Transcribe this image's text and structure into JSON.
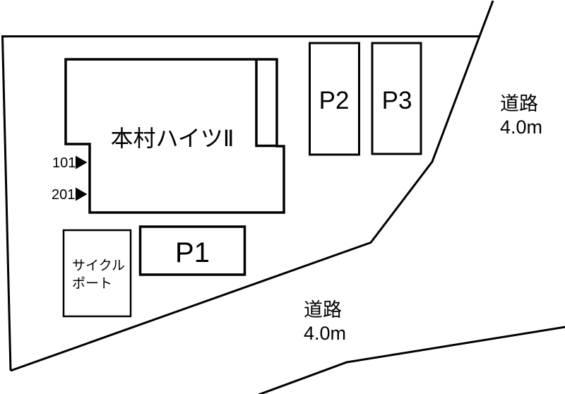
{
  "page": {
    "background_color": "#ffffff",
    "line_color": "#000000",
    "text_color": "#000000"
  },
  "building": {
    "name": "本村ハイツⅡ",
    "units": [
      {
        "number": "101"
      },
      {
        "number": "201"
      }
    ]
  },
  "parking_spaces": [
    {
      "label": "P1"
    },
    {
      "label": "P2"
    },
    {
      "label": "P3"
    }
  ],
  "cycle_port": {
    "label_line1": "サイクル",
    "label_line2": "ポート"
  },
  "roads": [
    {
      "name": "道路",
      "width": "4.0m",
      "location": "east"
    },
    {
      "name": "道路",
      "width": "4.0m",
      "location": "south"
    }
  ]
}
